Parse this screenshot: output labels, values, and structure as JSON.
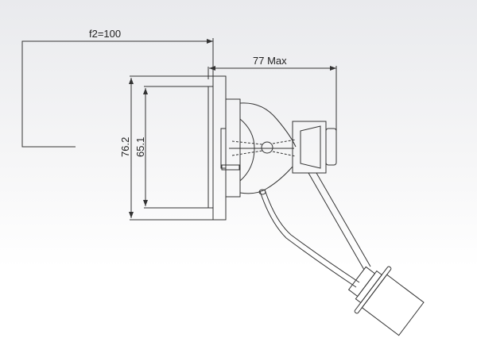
{
  "dimensions": {
    "focal": "f2=100",
    "length": "77 Max",
    "outer_diameter": "76.2",
    "inner_diameter": "65.1"
  }
}
